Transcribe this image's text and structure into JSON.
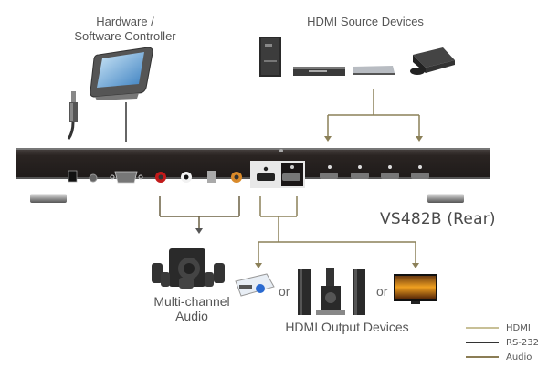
{
  "labels": {
    "controller": [
      "Hardware /",
      "Software Controller"
    ],
    "sources": "HDMI Source Devices",
    "device_model": "VS482B (Rear)",
    "audio": [
      "Multi-channel",
      "Audio"
    ],
    "outputs": "HDMI Output Devices",
    "or_1": "or",
    "or_2": "or"
  },
  "legend": [
    {
      "label": "HDMI",
      "color": "#c8c097"
    },
    {
      "label": "RS-232",
      "color": "#333333"
    },
    {
      "label": "Audio",
      "color": "#8b7d55"
    }
  ],
  "colors": {
    "hdmi_line": "#8b8058",
    "rs232_line": "#333333",
    "audio_line": "#6b6042",
    "panel": "#2b2624"
  },
  "devices": {
    "sources": [
      "pc-tower",
      "dvd-player",
      "set-top-box",
      "game-console"
    ],
    "outputs": [
      "projector",
      "home-theater",
      "tv"
    ],
    "hdmi_inputs": 4,
    "hdmi_outputs": 2
  }
}
